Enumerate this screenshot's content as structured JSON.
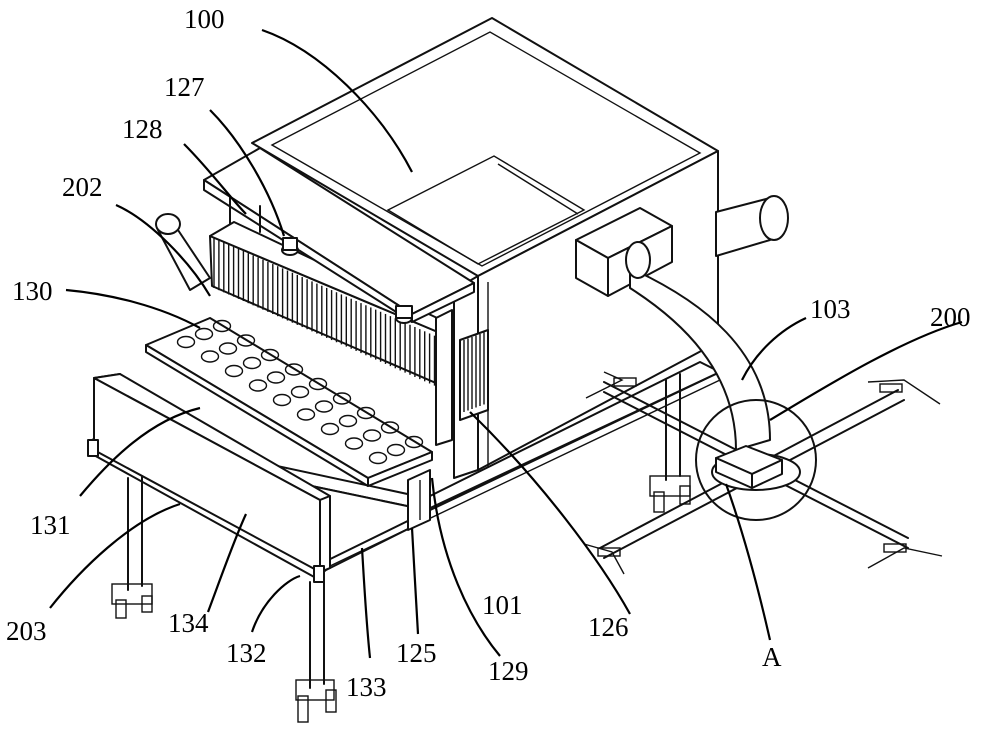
{
  "figure": {
    "labels": {
      "l100": "100",
      "l127": "127",
      "l128": "128",
      "l202": "202",
      "l130": "130",
      "l103": "103",
      "l200": "200",
      "l131": "131",
      "l203": "203",
      "l134": "134",
      "l132": "132",
      "l133": "133",
      "l125": "125",
      "l129": "129",
      "l101": "101",
      "l126": "126",
      "lA": "A"
    }
  }
}
